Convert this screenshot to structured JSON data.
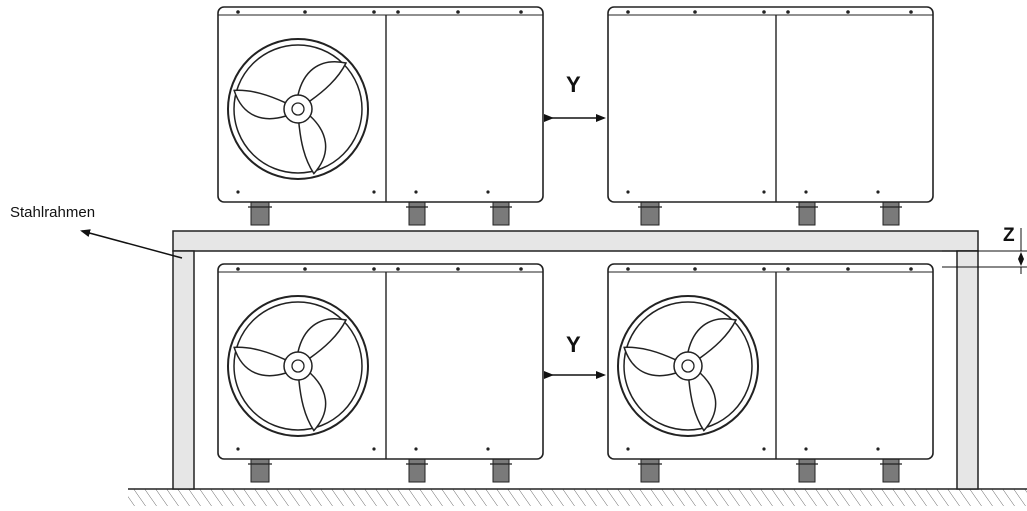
{
  "diagram": {
    "labels": {
      "frame": "Stahlrahmen",
      "spacing_y_top": "Y",
      "spacing_y_bottom": "Y",
      "clearance_z": "Z"
    },
    "colors": {
      "outline": "#222222",
      "frame_fill": "#e6e6e6",
      "feet_fill": "#7a7a7a",
      "ground_hatch": "#555555",
      "background": "#ffffff"
    },
    "units": [
      {
        "name": "unit-top-left",
        "has_fan": true
      },
      {
        "name": "unit-top-right",
        "has_fan": false
      },
      {
        "name": "unit-bottom-left",
        "has_fan": true
      },
      {
        "name": "unit-bottom-right",
        "has_fan": true
      }
    ]
  }
}
